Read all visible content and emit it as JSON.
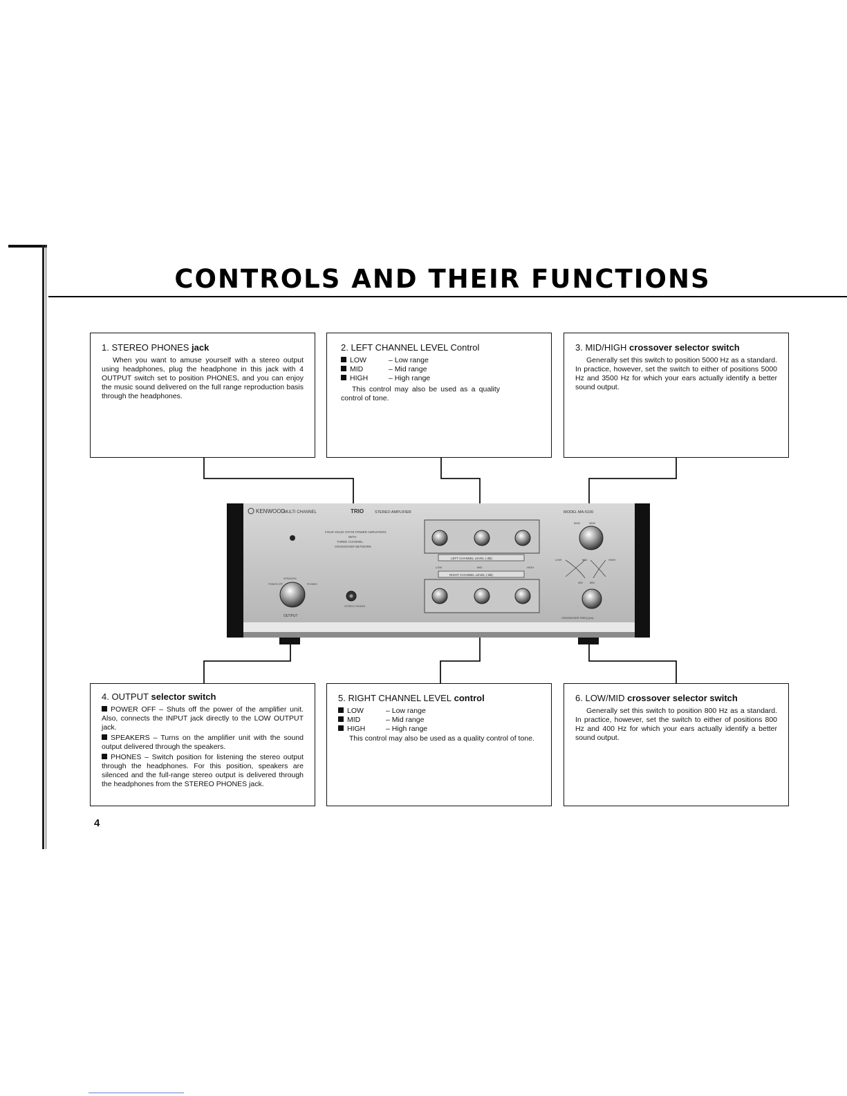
{
  "title": "CONTROLS AND THEIR FUNCTIONS",
  "page_number": "4",
  "boxes": [
    {
      "num": "1.",
      "title_main": "STEREO PHONES",
      "title_rest": " jack",
      "text": "When you want to amuse yourself with a stereo output using headphones, plug the headphone in this jack with 4 OUTPUT switch set to position PHONES, and you can enjoy the music sound delivered on the full range reproduction basis through the headphones."
    },
    {
      "num": "2.",
      "title_main": "LEFT CHANNEL LEVEL",
      "title_rest": " Control",
      "items": [
        {
          "key": "LOW",
          "desc": "– Low range"
        },
        {
          "key": "MID",
          "desc": "– Mid range"
        },
        {
          "key": "HIGH",
          "desc": "– High range"
        }
      ],
      "text": "This control may also be used as a quality control of tone."
    },
    {
      "num": "3.",
      "title_main": "MID/HIGH",
      "title_rest": " crossover selector switch",
      "text": "Generally set this switch to position 5000 Hz as a standard. In practice, however, set the switch to either of positions 5000 Hz and 3500 Hz for which your ears actually identify a better sound output."
    },
    {
      "num": "4.",
      "title_main": "OUTPUT",
      "title_rest": " selector switch",
      "items": [
        {
          "key": "POWER OFF",
          "desc": "– Shuts off the power of the amplifier unit. Also, connects the INPUT jack directly to the LOW OUTPUT jack."
        },
        {
          "key": "SPEAKERS",
          "desc": "– Turns on the amplifier unit with the sound output delivered through the speakers."
        },
        {
          "key": "PHONES",
          "desc": "– Switch position for listening the stereo output through the headphones. For this position, speakers are silenced and the full-range stereo output is delivered through the headphones from the STEREO PHONES jack."
        }
      ]
    },
    {
      "num": "5.",
      "title_main": "RIGHT CHANNEL LEVEL",
      "title_rest": " control",
      "items": [
        {
          "key": "LOW",
          "desc": "– Low range"
        },
        {
          "key": "MID",
          "desc": "– Mid range"
        },
        {
          "key": "HIGH",
          "desc": "– High range"
        }
      ],
      "text": "This control may also be used as a quality control of tone."
    },
    {
      "num": "6.",
      "title_main": "LOW/MID",
      "title_rest": " crossover selector switch",
      "text": "Generally set this switch to position 800 Hz as a standard. In practice, however, set the switch to either of positions 800 Hz and 400 Hz for which your ears actually identify a better sound output."
    }
  ],
  "panel": {
    "brand": "KENWOOD",
    "header": "MULTI CHANNEL",
    "model_mark": "TRIO",
    "header2": "STEREO AMPLIFIER",
    "feature1": "FOUR SOLID STATE POWER AMPLIFIERS",
    "feature2": "WITH",
    "feature3": "THREE CHANNEL",
    "feature4": "CROSSOVER NETWORK",
    "model_label": "MODEL MA-5100",
    "left_level_label": "LEFT CHANNEL LEVEL (-dB)",
    "right_level_label": "RIGHT CHANNEL LEVEL (-dB)",
    "low": "LOW",
    "mid": "MID",
    "high": "HIGH",
    "freq_5000": "5000",
    "freq_3500": "3500",
    "freq_400": "400",
    "freq_800": "800",
    "crossover_label": "CROSSOVER FREQ (Hz)",
    "output_label": "OUTPUT",
    "power_off": "POWER OFF",
    "speakers": "SPEAKERS",
    "phones": "PHONES",
    "stereo_phones": "STEREO PHONES"
  }
}
